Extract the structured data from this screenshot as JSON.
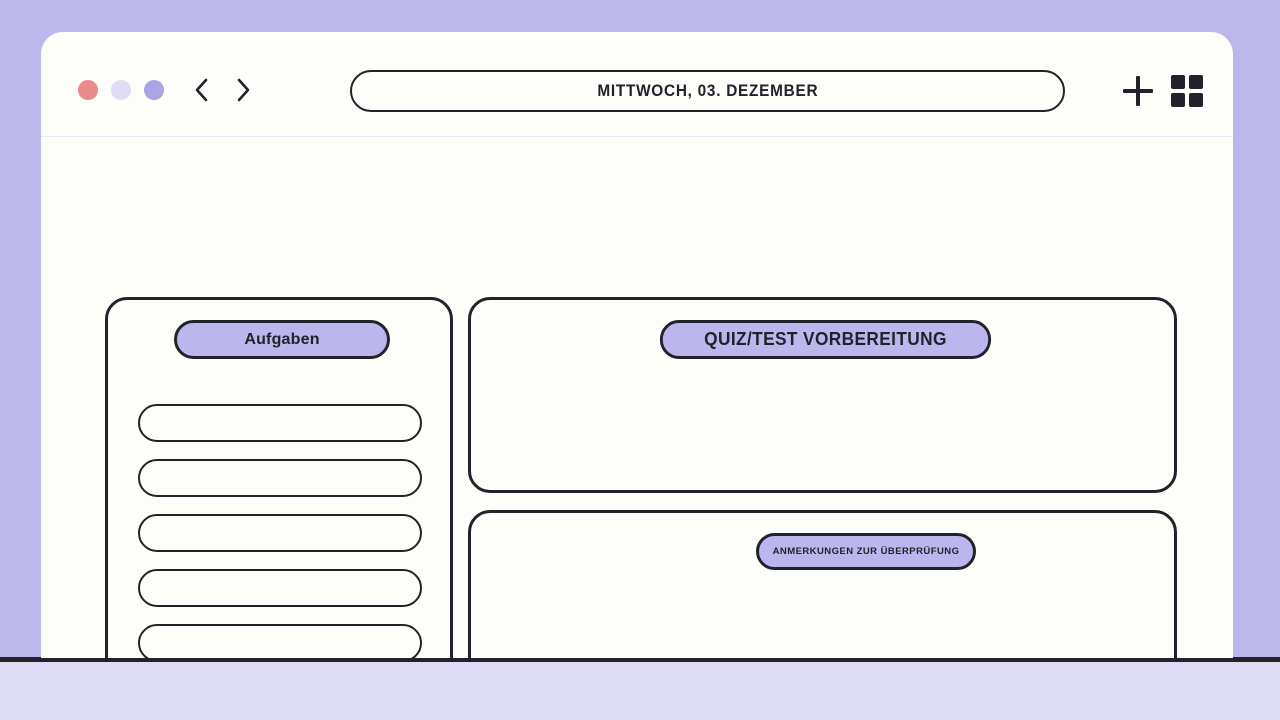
{
  "window": {
    "dots": [
      {
        "name": "close-dot",
        "color": "#ec8a8a"
      },
      {
        "name": "minimize-dot",
        "color": "#dedcf7"
      },
      {
        "name": "maximize-dot",
        "color": "#a8a4e6"
      }
    ]
  },
  "header": {
    "back_icon": "chevron-left-icon",
    "forward_icon": "chevron-right-icon",
    "date_label": "MITTWOCH, 03. DEZEMBER",
    "add_icon": "plus-icon",
    "grid_icon": "grid-view-icon"
  },
  "tasks_panel": {
    "title": "Aufgaben",
    "rows": [
      "",
      "",
      "",
      "",
      ""
    ]
  },
  "quiz_panel": {
    "title": "QUIZ/TEST VORBEREITUNG"
  },
  "notes_panel": {
    "title": "ANMERKUNGEN ZUR ÜBERPRÜFUNG"
  },
  "theme": {
    "page_background": "#bdb8ec",
    "lower_band": "#dedbf5",
    "window_background": "#fdfdfa",
    "accent_pill": "#bcb6ee",
    "ink": "#23222b"
  }
}
